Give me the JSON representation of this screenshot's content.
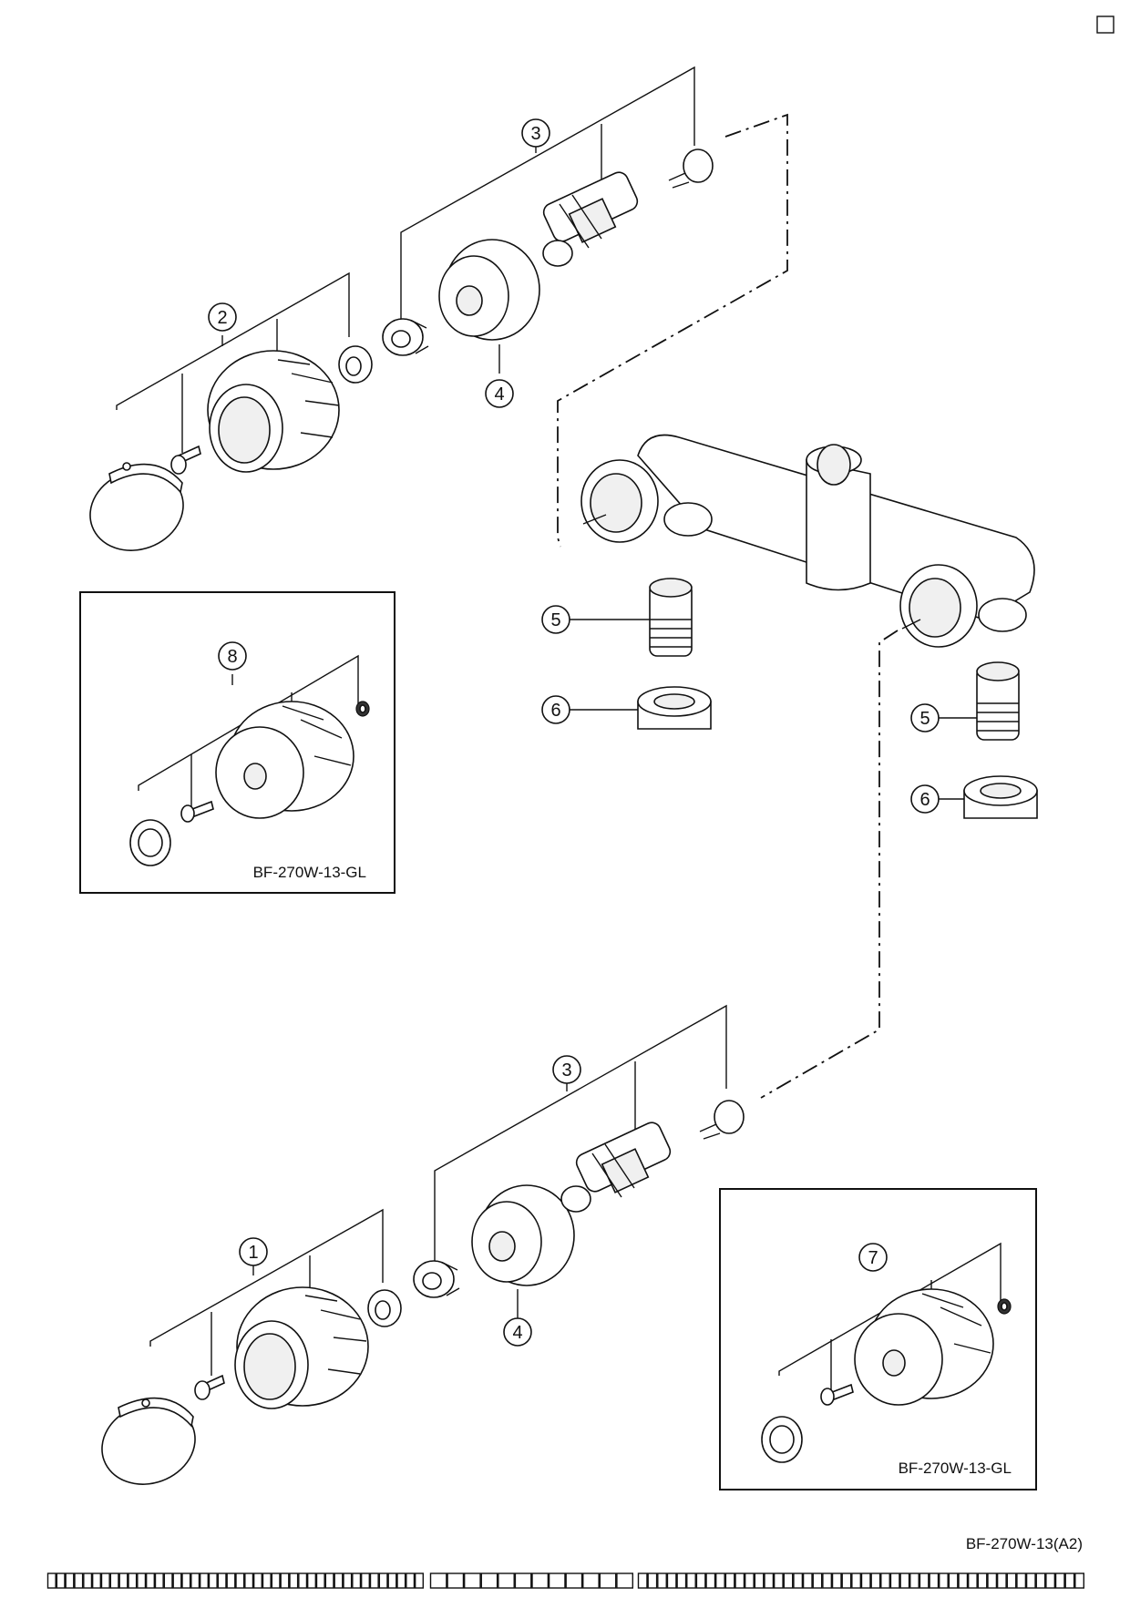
{
  "corner_marker": "□",
  "callouts": {
    "c1": "1",
    "c2": "2",
    "c3_top": "3",
    "c3_bottom": "3",
    "c4_top": "4",
    "c4_bottom": "4",
    "c5_left": "5",
    "c5_right": "5",
    "c6_left": "6",
    "c6_right": "6",
    "c7": "7",
    "c8": "8"
  },
  "inset_labels": {
    "left": "BF-270W-13-GL",
    "right": "BF-270W-13-GL"
  },
  "drawing_code": "BF-270W-13(A2)",
  "footer": {
    "segment_left": "□□□□□□□□□□□□□□□□□□□□□□□□□□□□□□□□□□□□□□□□□□",
    "segment_middle": "□□□□□□□□□□□□",
    "segment_right": "□□□□□□□□□□□□□□□□□□□□□□□□□□□□□□□□□□□□□□□□□□□□□□"
  }
}
